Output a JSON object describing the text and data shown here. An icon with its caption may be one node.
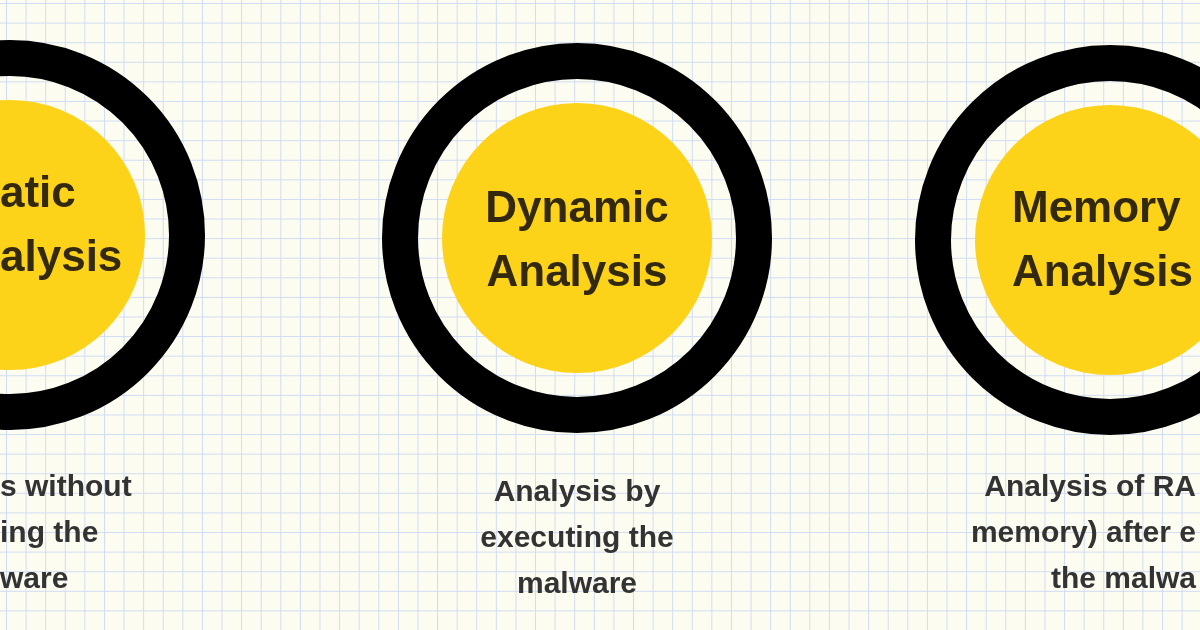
{
  "diagram": {
    "nodes": [
      {
        "text": [
          "atic alysis"
        ],
        "beside": [
          "s without ing the ware"
        ]
      },
      {
        "text": [
          "Dynamic Analysis"
        ],
        "beside": [
          "Analysis by executing the malware"
        ]
      },
      {
        "text": [
          "Memory Analysis"
        ],
        "beside": [
          "Analysis of RA memory) after e the malwa"
        ]
      }
    ]
  }
}
